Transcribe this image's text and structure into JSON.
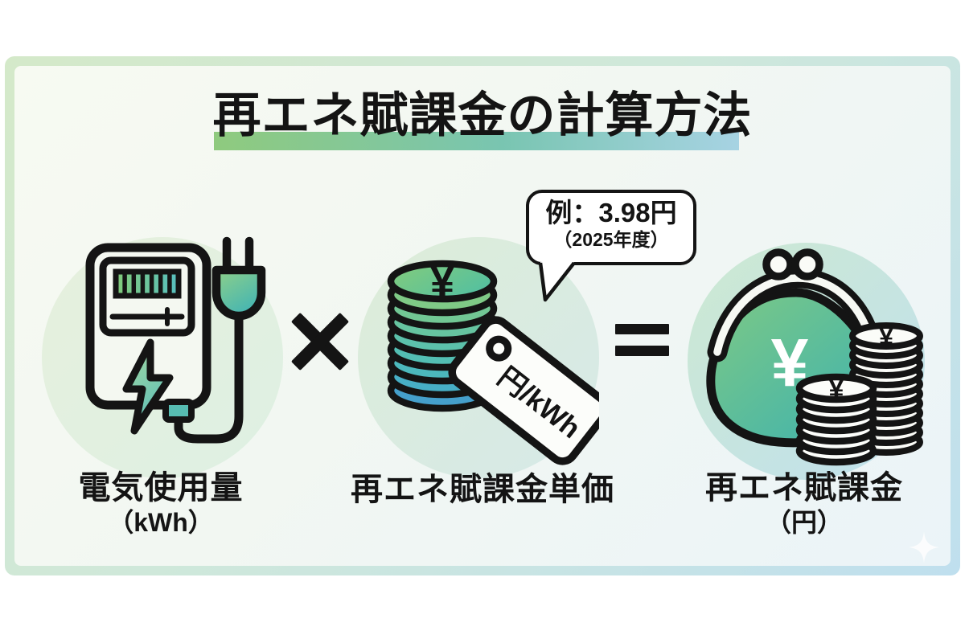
{
  "title": {
    "text": "再エネ賦課金の計算方法"
  },
  "example_bubble": {
    "line1": "例：3.98円",
    "line2": "（2025年度）"
  },
  "operators": {
    "multiply": "×",
    "equals": "="
  },
  "items": [
    {
      "name": "electricity-usage",
      "label": "電気使用量",
      "unit": "（kWh）",
      "icon": "electric-meter-plug-icon"
    },
    {
      "name": "surcharge-unit-price",
      "label": "再エネ賦課金単価",
      "icon": "coin-stack-price-tag-icon",
      "coin_symbol": "¥",
      "tag_text": "円/kWh"
    },
    {
      "name": "surcharge-amount",
      "label": "再エネ賦課金",
      "unit": "（円）",
      "icon": "coin-purse-icon",
      "purse_symbol": "¥",
      "stack_symbol_back": "¥",
      "stack_symbol_front": "¥"
    }
  ],
  "colors": {
    "accent_green": "#8fca7e",
    "accent_teal": "#5fc0b8",
    "accent_blue": "#a7d3e3",
    "ink": "#141414"
  }
}
